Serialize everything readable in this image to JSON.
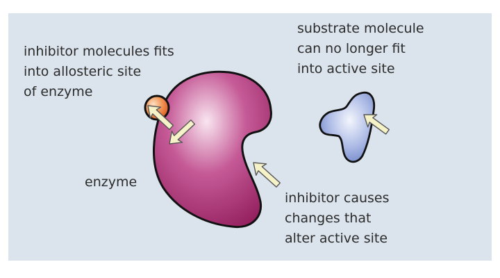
{
  "labels": {
    "inhibitor_molecule": [
      "inhibitor molecules fits",
      "into allosteric site",
      "of enzyme"
    ],
    "substrate_molecule": [
      "substrate molecule",
      "can no longer fit",
      "into active site"
    ],
    "enzyme": [
      "enzyme"
    ],
    "inhibitor_effect": [
      "inhibitor causes",
      "changes that",
      "alter active site"
    ]
  },
  "colors": {
    "background_panel": "#dbe3ec",
    "enzyme": "#a3246f",
    "inhibitor": "#e8702d",
    "substrate": "#6f85c6",
    "arrow_fill": "#f6f2c8"
  }
}
